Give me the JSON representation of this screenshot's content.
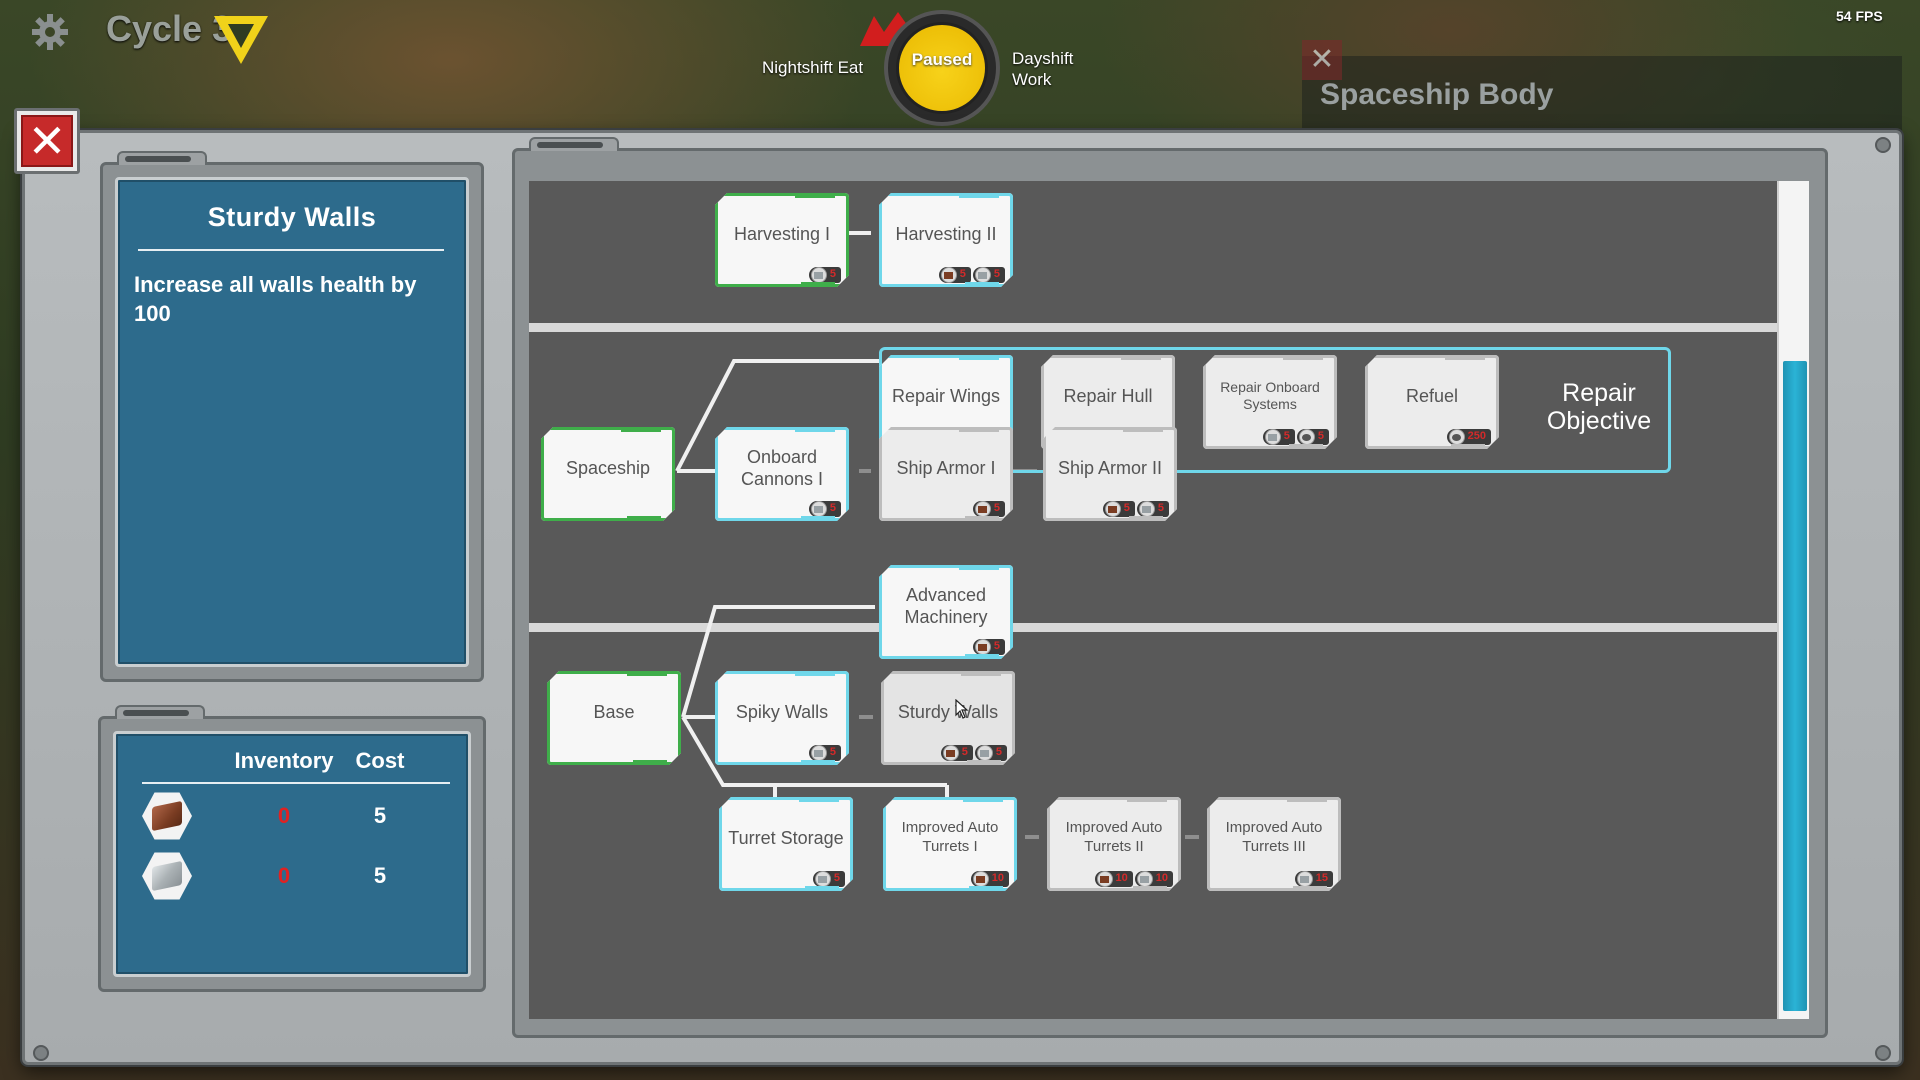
{
  "hud": {
    "cycle_label": "Cycle 3",
    "fps": "54 FPS",
    "shift_left": "Nightshift Eat",
    "shift_right_line1": "Dayshift",
    "shift_right_line2": "Work",
    "clock_status": "Paused",
    "bg_panel_title": "Spaceship Body"
  },
  "info": {
    "title": "Sturdy Walls",
    "description": "Increase all walls health by 100"
  },
  "costs": {
    "inventory_header": "Inventory",
    "cost_header": "Cost",
    "rows": [
      {
        "icon": "wood-resource-icon",
        "inventory": "0",
        "cost": "5"
      },
      {
        "icon": "metal-resource-icon",
        "inventory": "0",
        "cost": "5"
      }
    ]
  },
  "tree": {
    "objective_label": "Repair Objective",
    "nodes": {
      "harvesting_1": "Harvesting I",
      "harvesting_2": "Harvesting II",
      "repair_wings": "Repair Wings",
      "repair_hull": "Repair Hull",
      "repair_onboard": "Repair Onboard Systems",
      "refuel": "Refuel",
      "spaceship": "Spaceship",
      "onboard_cannons": "Onboard Cannons I",
      "ship_armor_1": "Ship Armor I",
      "ship_armor_2": "Ship Armor II",
      "advanced_machinery": "Advanced Machinery",
      "base": "Base",
      "spiky_walls": "Spiky Walls",
      "sturdy_walls": "Sturdy Walls",
      "turret_storage": "Turret Storage",
      "auto_turrets_1": "Improved Auto Turrets I",
      "auto_turrets_2": "Improved Auto Turrets II",
      "auto_turrets_3": "Improved Auto Turrets III"
    }
  },
  "colors": {
    "panel_blue": "#2d6b8c",
    "unlocked_green": "#3fae4a",
    "available_cyan": "#6fd7ea",
    "close_red": "#c62a2a",
    "insufficient_red": "#e02222"
  }
}
